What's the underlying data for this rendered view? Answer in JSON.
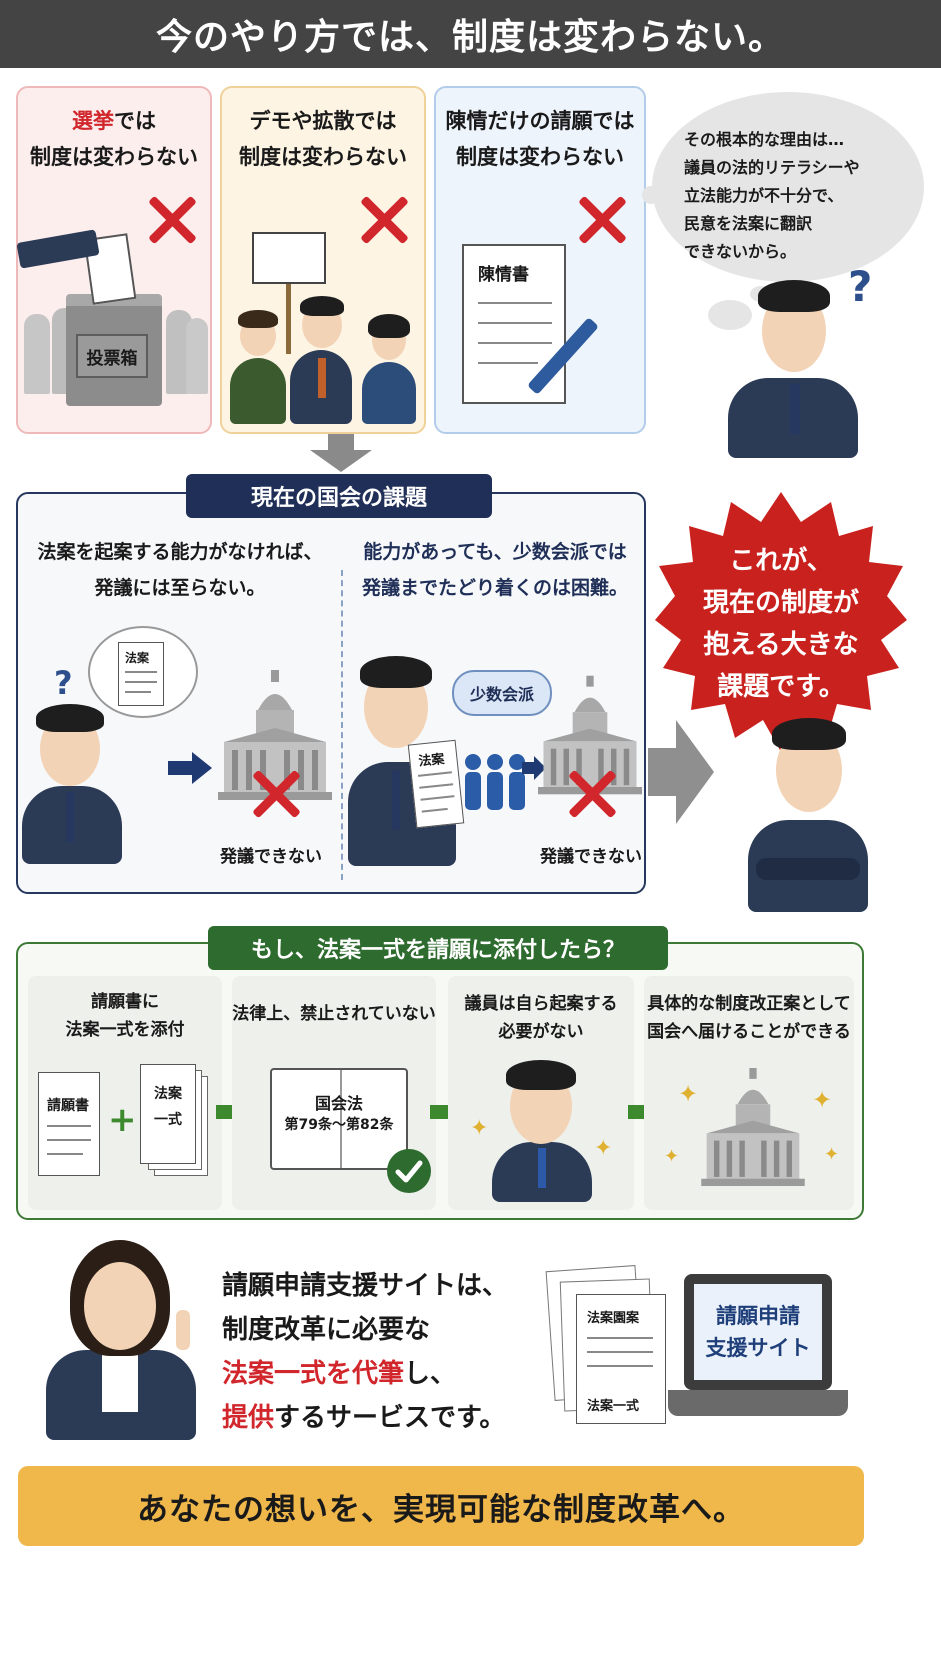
{
  "title": "今のやり方では、制度は変わらない。",
  "section1": {
    "cards": [
      {
        "title_highlight": "選挙",
        "title_rest": "では",
        "title_line2": "制度は変わらない",
        "box_label": "投票箱"
      },
      {
        "title_line1": "デモや拡散では",
        "title_line2": "制度は変わらない"
      },
      {
        "title_line1": "陳情だけの請願では",
        "title_line2": "制度は変わらない",
        "doc_label": "陳情書"
      }
    ],
    "thought": {
      "lines": [
        "その根本的な理由は…",
        "議員の法的リテラシーや",
        "立法能力が不十分で、",
        "民意を法案に翻訳",
        "できないから。"
      ],
      "question_mark": "?"
    }
  },
  "section2": {
    "label": "現在の国会の課題",
    "left": {
      "line1": "法案を起案する能力がなければ、",
      "line2": "発議には至らない。",
      "doc_label": "法案",
      "result": "発議できない",
      "question_mark": "?"
    },
    "right": {
      "line1": "能力があっても、少数会派では",
      "line2": "発議までたどり着くのは困難。",
      "doc_label": "法案",
      "bubble": "少数会派",
      "result": "発議できない"
    }
  },
  "callout": {
    "lines": [
      "これが、",
      "現在の制度が",
      "抱える大きな",
      "課題です。"
    ]
  },
  "section3": {
    "label": "もし、法案一式を請願に添付したら？",
    "steps": [
      {
        "line1": "請願書に",
        "line2": "法案一式を添付",
        "doc1": "請願書",
        "doc2_line1": "法案",
        "doc2_line2": "一式"
      },
      {
        "line1": "法律上、禁止されていない",
        "line2": "",
        "book_line1": "国会法",
        "book_line2": "第79条〜第82条"
      },
      {
        "line1": "議員は自ら起案する",
        "line2": "必要がない"
      },
      {
        "line1": "具体的な制度改正案として",
        "line2": "国会へ届けることができる"
      }
    ]
  },
  "section4": {
    "line1": "請願申請支援サイトは、",
    "line2": "制度改革に必要な",
    "line3_red": "法案一式を代筆",
    "line3_rest": "し、",
    "line4_red": "提供",
    "line4_rest": "するサービスです。",
    "stack_top": "法案園案",
    "stack_bottom": "法案一式",
    "laptop_line1": "請願申請",
    "laptop_line2": "支援サイト"
  },
  "banner": "あなたの想いを、実現可能な制度改革へ。",
  "colors": {
    "red": "#d0262c",
    "navy": "#1f2f57",
    "green": "#2e6b2e",
    "gold": "#f0b74a"
  }
}
